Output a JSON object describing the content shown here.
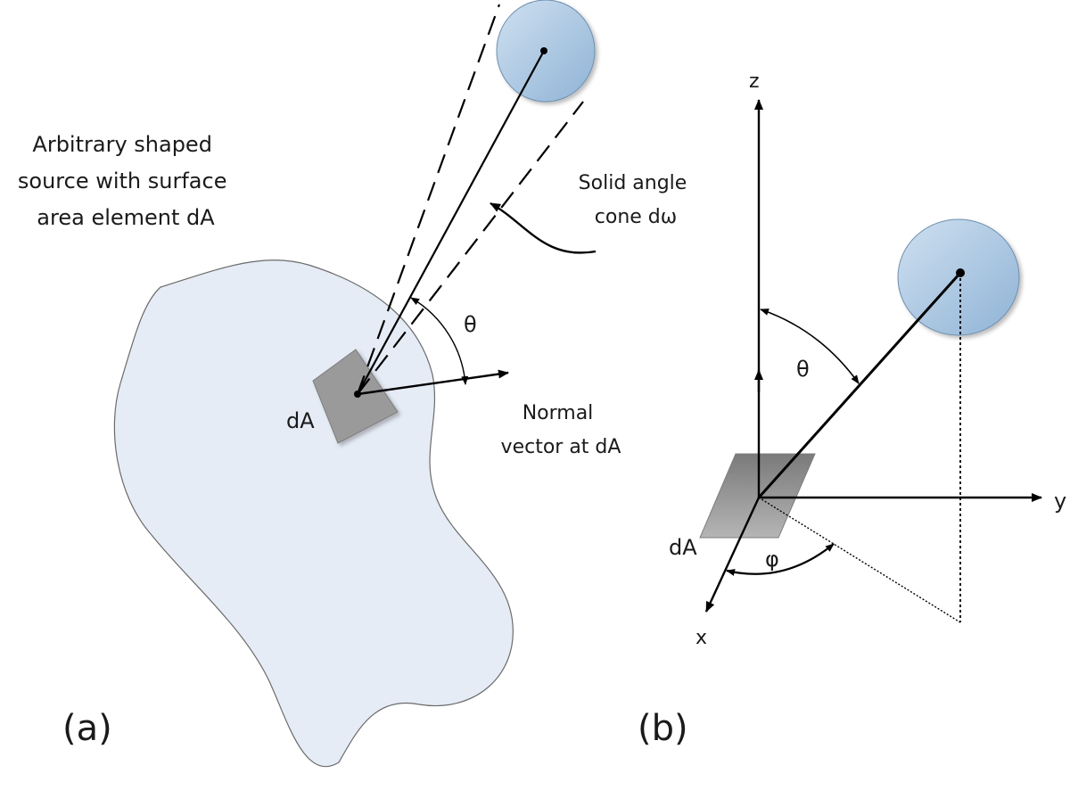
{
  "panel_a": {
    "caption": "(a)",
    "source_label_lines": [
      "Arbitrary shaped",
      "source with surface",
      "area element dA"
    ],
    "solid_angle_label_lines": [
      "Solid angle",
      "cone dω"
    ],
    "theta_label": "θ",
    "normal_label_lines": [
      "Normal",
      "vector at dA"
    ],
    "da_label": "dA"
  },
  "panel_b": {
    "caption": "(b)",
    "axis_z": "z",
    "axis_y": "y",
    "axis_x": "x",
    "theta_label": "θ",
    "phi_label": "φ",
    "da_label": "dA"
  },
  "colors": {
    "source_fill": "#e6ecf6",
    "disc_fill_light": "#c7d9ec",
    "disc_fill_dark": "#8fb3d6",
    "patch_fill": "#9a9a9a",
    "line": "#000000"
  }
}
